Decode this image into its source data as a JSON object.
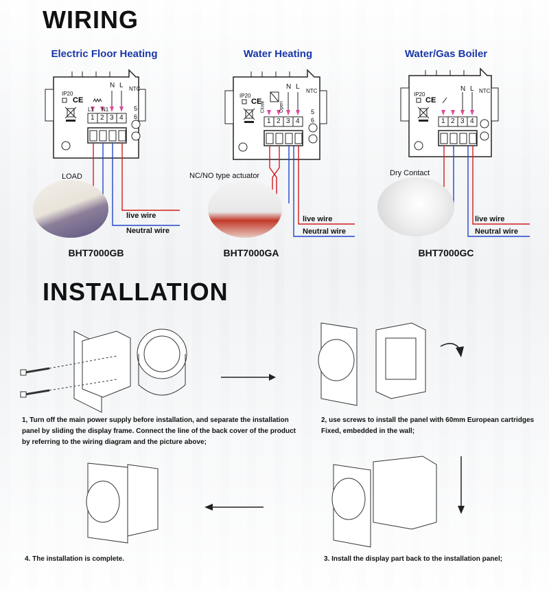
{
  "wiring": {
    "heading": "WIRING",
    "panels": [
      {
        "title": "Electric Floor Heating",
        "model": "BHT7000GB",
        "device_label": "LOAD",
        "live_label": "live wire",
        "neutral_label": "Neutral wire",
        "ip": "IP20",
        "terminal_labels": [
          "L1",
          "N1"
        ],
        "n_label": "N",
        "l_label": "L",
        "ntc_label": "NTC",
        "terminals": [
          "1",
          "2",
          "3",
          "4"
        ],
        "ntc_terminals": [
          "5",
          "6"
        ]
      },
      {
        "title": "Water Heating",
        "model": "BHT7000GA",
        "device_label": "NC/NO type actuator",
        "live_label": "live wire",
        "neutral_label": "Neutral wire",
        "ip": "IP20",
        "relay_labels": [
          "Close",
          "Open"
        ],
        "n_label": "N",
        "l_label": "L",
        "ntc_label": "NTC",
        "terminals": [
          "1",
          "2",
          "3",
          "4"
        ],
        "ntc_terminals": [
          "5",
          "6"
        ]
      },
      {
        "title": "Water/Gas Boiler",
        "model": "BHT7000GC",
        "device_label": "Dry Contact",
        "live_label": "live wire",
        "neutral_label": "Neutral wire",
        "ip": "IP20",
        "n_label": "N",
        "l_label": "L",
        "ntc_label": "NTC",
        "terminals": [
          "1",
          "2",
          "3",
          "4"
        ]
      }
    ]
  },
  "installation": {
    "heading": "INSTALLATION",
    "steps": [
      "1,    Turn off the main power supply before installation, and separate the installation panel by sliding the display frame. Connect the line of the back cover of the product by referring to the wiring diagram and the picture above;",
      "2, use screws to install the panel with 60mm European cartridges Fixed, embedded in the wall;",
      "3. Install the display part back to the installation panel;",
      "4. The installation is complete."
    ]
  },
  "colors": {
    "title_blue": "#1a37a8",
    "live_red": "#d41a1a",
    "neutral_blue": "#2244cc",
    "pink": "#e04a9c"
  }
}
